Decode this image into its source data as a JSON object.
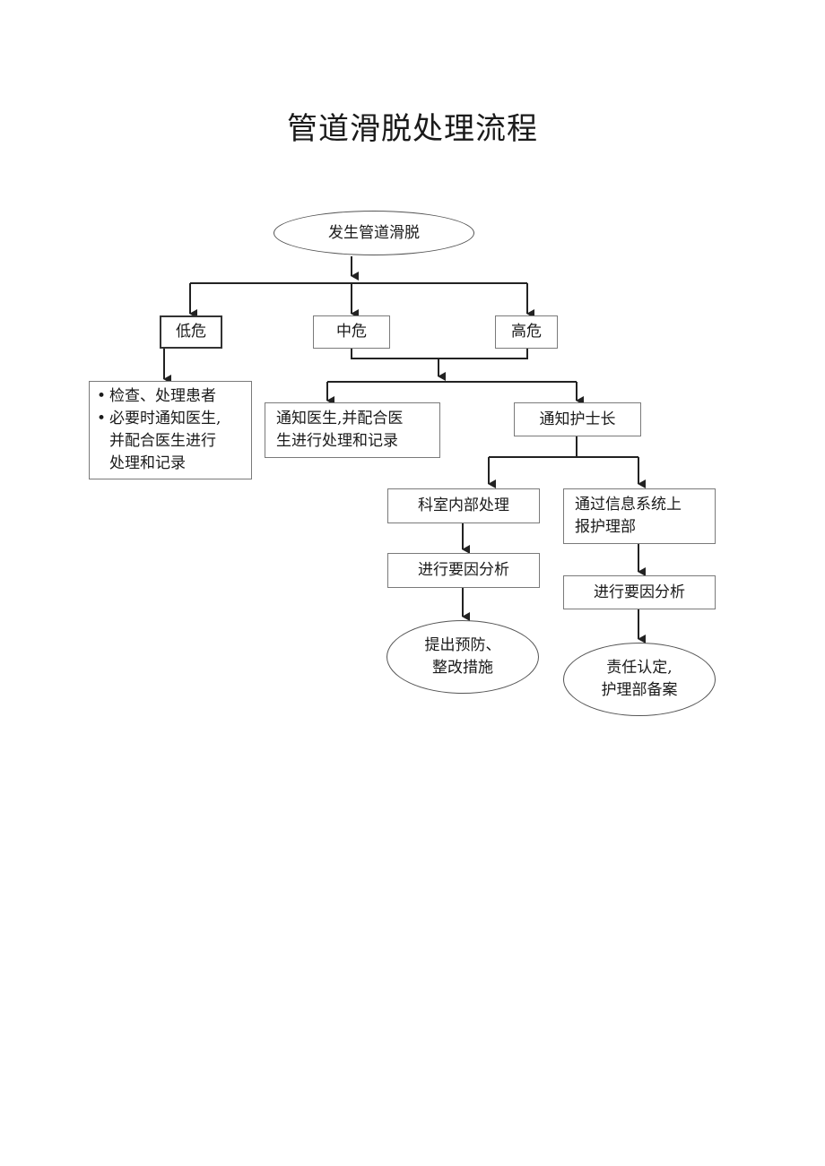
{
  "title": "管道滑脱处理流程",
  "nodes": {
    "start": "发生管道滑脱",
    "low": "低危",
    "mid": "中危",
    "high": "高危",
    "low_actions": {
      "item1": "检查、处理患者",
      "item2_line1": "必要时通知医生,",
      "item2_line2": "并配合医生进行",
      "item2_line3": "处理和记录"
    },
    "notify_doctor": {
      "line1": "通知医生,并配合医",
      "line2": "生进行处理和记录"
    },
    "notify_head_nurse": "通知护士长",
    "dept_internal": "科室内部处理",
    "report_system": {
      "line1": "通过信息系统上",
      "line2": "报护理部"
    },
    "analysis_left": "进行要因分析",
    "analysis_right": "进行要因分析",
    "prevention": {
      "line1": "提出预防、",
      "line2": "整改措施"
    },
    "responsibility": {
      "line1": "责任认定,",
      "line2": "护理部备案"
    }
  }
}
